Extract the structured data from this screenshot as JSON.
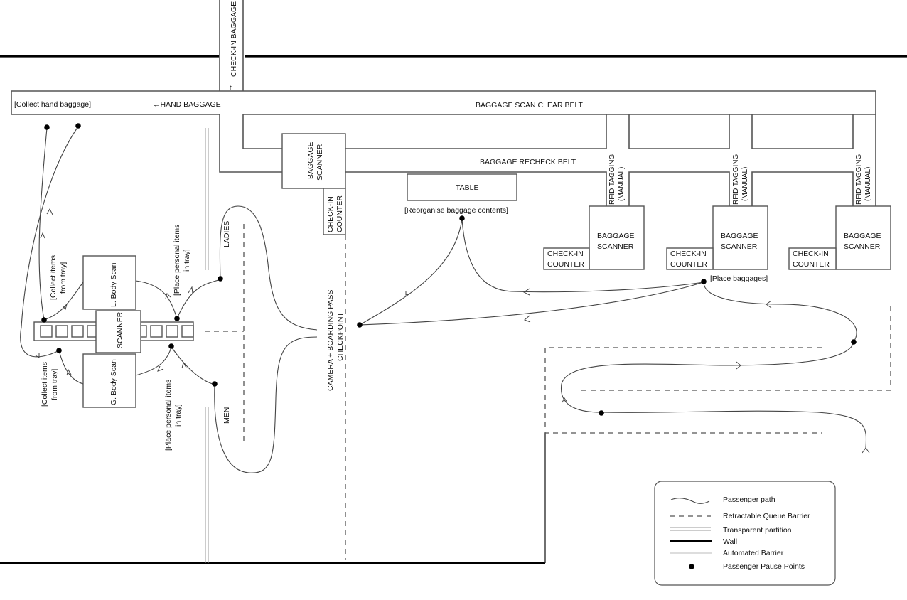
{
  "title": "Airport security checkpoint layout",
  "areas": {
    "check_in_baggage": "CHECK-IN BAGGAGE",
    "hand_baggage": "←HAND BAGGAGE",
    "collect_hand_baggage": "[Collect hand baggage]",
    "baggage_scan_clear_belt": "BAGGAGE SCAN CLEAR BELT",
    "baggage_recheck_belt": "BAGGAGE RECHECK BELT",
    "table": "TABLE",
    "reorganise": "[Reorganise baggage contents]",
    "place_baggages": "[Place baggages]",
    "camera_checkpoint_line1": "CAMERA + BOARDING PASS",
    "camera_checkpoint_line2": "CHECKPOINT",
    "ladies": "LADIES",
    "men": "MEN",
    "scanner": "SCANNER",
    "l_body_scan": "L. Body Scan",
    "g_body_scan": "G. Body Scan",
    "collect_items_line1": "[Collect items",
    "collect_items_line2": "from tray]",
    "place_items_line1": "[Place personal items",
    "place_items_line2": "in tray]"
  },
  "main_scanner": {
    "line1": "BAGGAGE",
    "line2": "SCANNER"
  },
  "main_counter": {
    "line1": "CHECK-IN",
    "line2": "COUNTER"
  },
  "stations": [
    {
      "rfid_line1": "RFID TAGGING",
      "rfid_line2": "(MANUAL)",
      "scanner_line1": "BAGGAGE",
      "scanner_line2": "SCANNER",
      "counter_line1": "CHECK-IN",
      "counter_line2": "COUNTER"
    },
    {
      "rfid_line1": "RFID TAGGING",
      "rfid_line2": "(MANUAL)",
      "scanner_line1": "BAGGAGE",
      "scanner_line2": "SCANNER",
      "counter_line1": "CHECK-IN",
      "counter_line2": "COUNTER"
    },
    {
      "rfid_line1": "RFID TAGGING",
      "rfid_line2": "(MANUAL)",
      "scanner_line1": "BAGGAGE",
      "scanner_line2": "SCANNER",
      "counter_line1": "CHECK-IN",
      "counter_line2": "COUNTER"
    }
  ],
  "legend": {
    "items": [
      {
        "symbol": "passenger-path",
        "label": "Passenger path"
      },
      {
        "symbol": "retractable-queue-barrier",
        "label": "Retractable Queue Barrier"
      },
      {
        "symbol": "transparent-partition",
        "label": "Transparent partition"
      },
      {
        "symbol": "wall",
        "label": "Wall"
      },
      {
        "symbol": "automated-barrier",
        "label": "Automated Barrier"
      },
      {
        "symbol": "pause-point",
        "label": "Passenger Pause Points"
      }
    ]
  }
}
